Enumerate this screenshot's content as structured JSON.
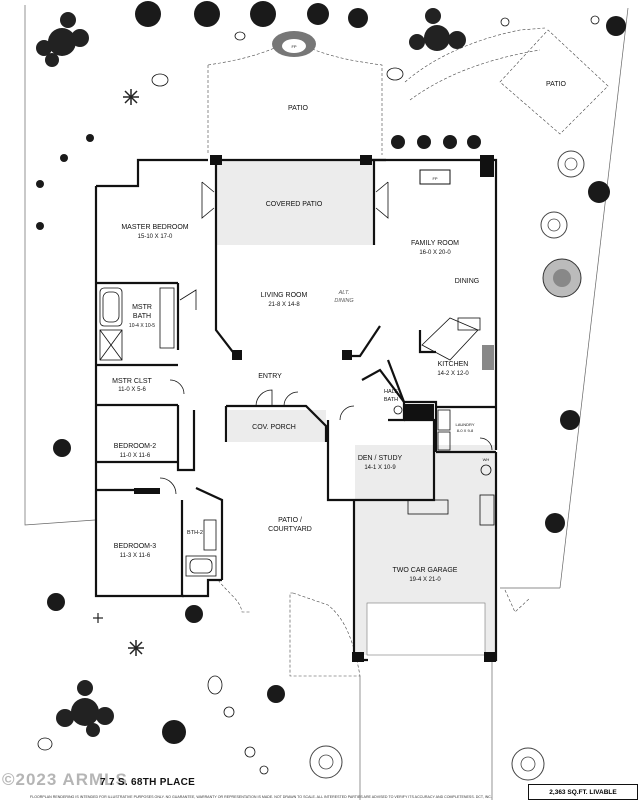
{
  "rooms": {
    "patio_rear": {
      "name": "PATIO"
    },
    "patio_side": {
      "name": "PATIO"
    },
    "fireplace_exterior": {
      "name": "FP"
    },
    "fireplace_family": {
      "name": "FP"
    },
    "covered_patio": {
      "name": "COVERED PATIO"
    },
    "master_bedroom": {
      "name": "MASTER BEDROOM",
      "dims": "15-10  X  17-0"
    },
    "living_room": {
      "name": "LIVING ROOM",
      "dims": "21-8  X  14-8"
    },
    "alt_dining": {
      "line1": "ALT.",
      "line2": "DINING"
    },
    "family_room": {
      "name": "FAMILY ROOM",
      "dims": "16-0  X  20-0"
    },
    "dining": {
      "name": "DINING"
    },
    "mstr_bath": {
      "line1": "MSTR",
      "line2": "BATH",
      "dims": "10-4  X  10-5"
    },
    "mstr_clst": {
      "name": "MSTR  CLST",
      "dims": "11-0  X  5-6"
    },
    "entry": {
      "name": "ENTRY"
    },
    "kitchen": {
      "name": "KITCHEN",
      "dims": "14-2  X  12-0"
    },
    "half_bath": {
      "line1": "HALF",
      "line2": "BATH"
    },
    "cov_porch": {
      "name": "COV. PORCH"
    },
    "laundry": {
      "name": "LAUNDRY",
      "dims": "8-0 X 9-8"
    },
    "bedroom_2": {
      "name": "BEDROOM-2",
      "dims": "11-0  X  11-6"
    },
    "den_study": {
      "name": "DEN / STUDY",
      "dims": "14-1  X  10-9"
    },
    "patio_courtyard": {
      "line1": "PATIO  /",
      "line2": "COURTYARD"
    },
    "bth_2": {
      "name": "BTH-2"
    },
    "bedroom_3": {
      "name": "BEDROOM-3",
      "dims": "11-3  X  11-6"
    },
    "garage": {
      "name": "TWO CAR GARAGE",
      "dims": "19-4  X  21-0"
    },
    "wh": {
      "name": "WH"
    }
  },
  "footer": {
    "address": "7 7 S. 68TH PLACE",
    "watermark": "©2023 ARMLS",
    "livable": "2,363 SQ.FT. LIVABLE",
    "disclaimer": "FLOORPLAN RENDERING IS INTENDED FOR ILLUSTRATIVE PURPOSES ONLY. NO GUARANTEE, WARRANTY OR REPRESENTATION IS MADE. NOT DRAWN TO SCALE. ALL INTERESTED PARTIES ARE ADVISED TO VERIFY ITS ACCURACY AND COMPLETENESS. DCT, INC."
  }
}
